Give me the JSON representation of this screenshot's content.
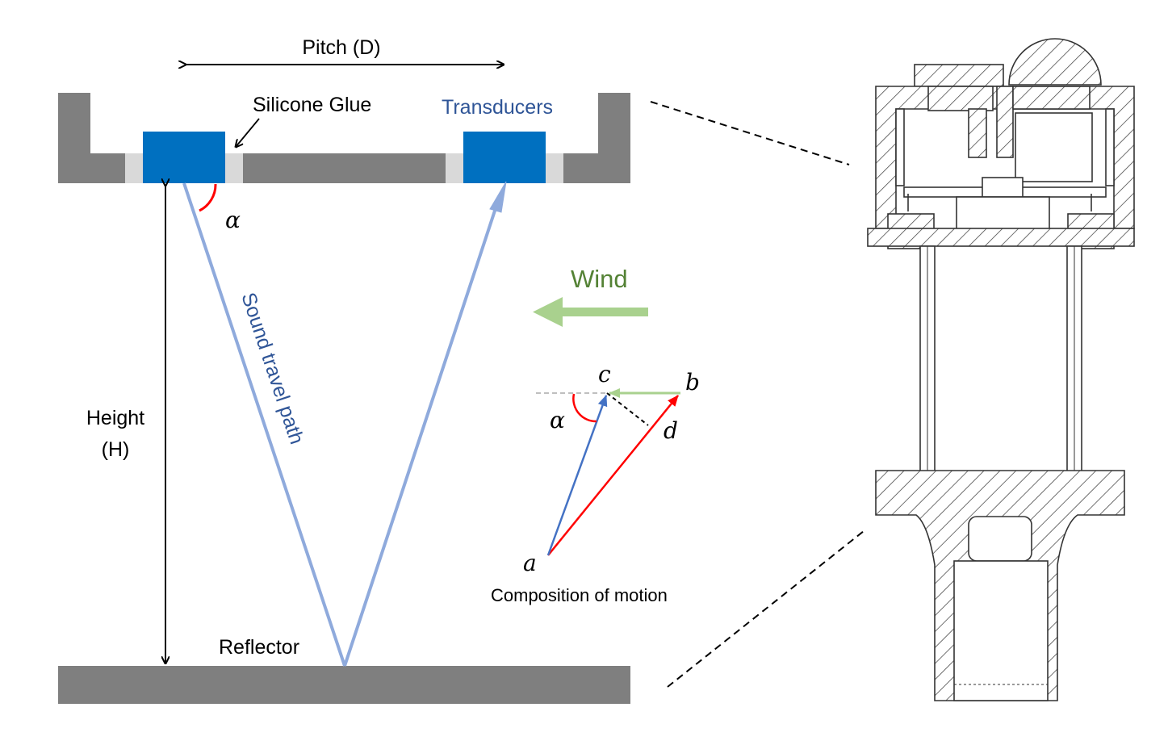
{
  "labels": {
    "pitch": "Pitch (D)",
    "silicone_glue": "Silicone Glue",
    "transducers": "Transducers",
    "alpha_symbol": "α",
    "sound_path": "Sound travel path",
    "height_line1": "Height",
    "height_line2": "(H)",
    "reflector": "Reflector",
    "wind": "Wind",
    "point_a": "a",
    "point_b": "b",
    "point_c": "c",
    "point_d": "d",
    "composition": "Composition of motion"
  },
  "colors": {
    "housing": "#7f7f7f",
    "glue": "#d9d9d9",
    "transducer": "#0070c0",
    "sound_path": "#8faadc",
    "wind_arrow": "#a9d18e",
    "wind_text": "#548235",
    "angle_arc": "#ff0000",
    "vector_ab": "#ff0000",
    "vector_ac": "#4472c4",
    "vector_bc": "#a9d18e",
    "label_blue": "#2f5597"
  }
}
